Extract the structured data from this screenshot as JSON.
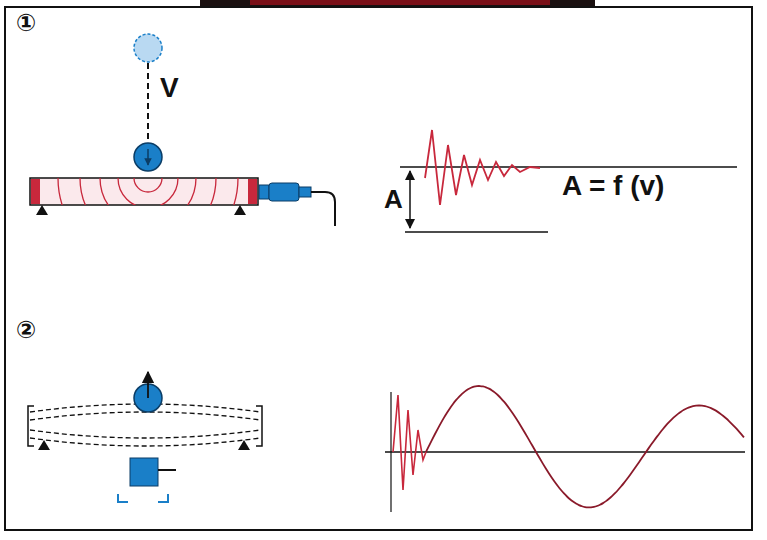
{
  "diagram": {
    "labels": [
      "①",
      "V",
      "A",
      "A = f (v)",
      "②"
    ]
  }
}
